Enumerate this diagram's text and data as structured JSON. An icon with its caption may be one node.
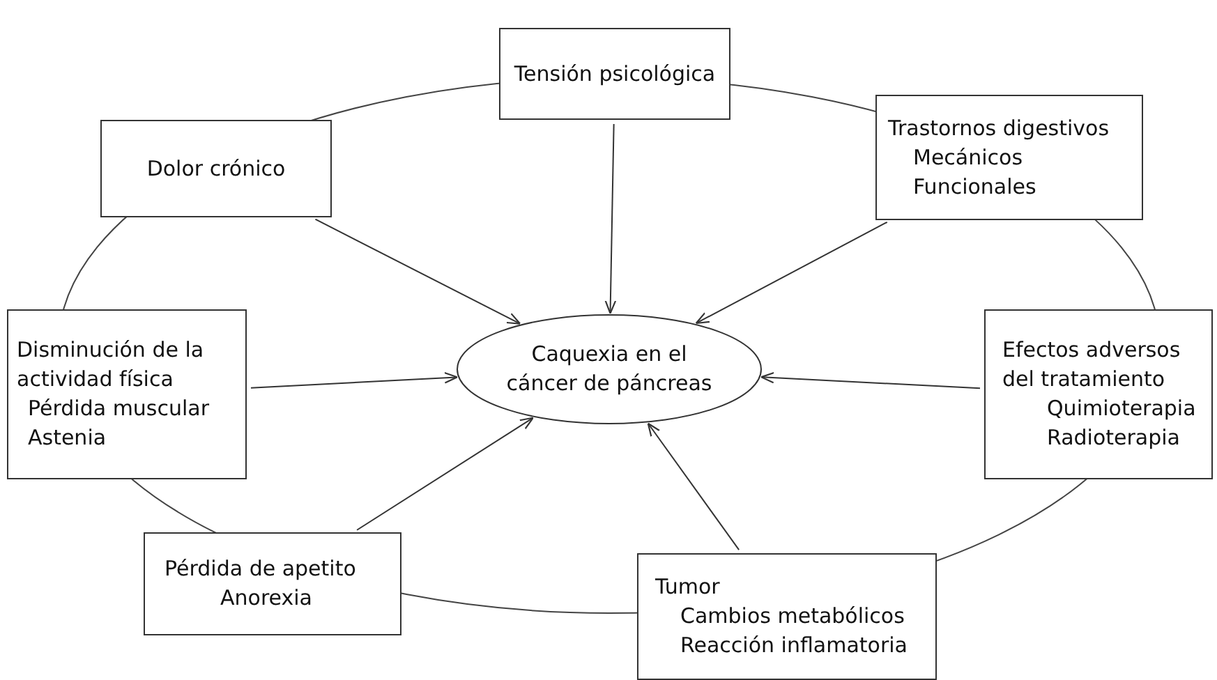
{
  "diagram": {
    "nodes": [
      {
        "text": [
          "Tensión psicológica"
        ]
      },
      {
        "text": [
          "Dolor crónico"
        ]
      },
      {
        "text": [
          "Trastornos digestivos",
          "Mecánicos",
          "Funcionales"
        ]
      },
      {
        "text": [
          "Disminución de la actividad física",
          "Pérdida muscular",
          "Astenia"
        ]
      },
      {
        "text": [
          "Caquexia en el cáncer de páncreas"
        ]
      },
      {
        "text": [
          "Efectos adversos del tratamiento",
          "Quimioterapia",
          "Radioterapia"
        ]
      },
      {
        "text": [
          "Pérdida de apetito",
          "Anorexia"
        ]
      },
      {
        "text": [
          "Tumor",
          "Cambios metabólicos",
          "Reacción inflamatoria"
        ]
      }
    ],
    "edges": [
      {
        "from": 0,
        "to": 4,
        "arrow": "to"
      },
      {
        "from": 1,
        "to": 4,
        "arrow": "to"
      },
      {
        "from": 2,
        "to": 4,
        "arrow": "to"
      },
      {
        "from": 3,
        "to": 4,
        "arrow": "to"
      },
      {
        "from": 5,
        "to": 4,
        "arrow": "to"
      },
      {
        "from": 6,
        "to": 4,
        "arrow": "to"
      },
      {
        "from": 7,
        "to": 4,
        "arrow": "to"
      }
    ]
  }
}
